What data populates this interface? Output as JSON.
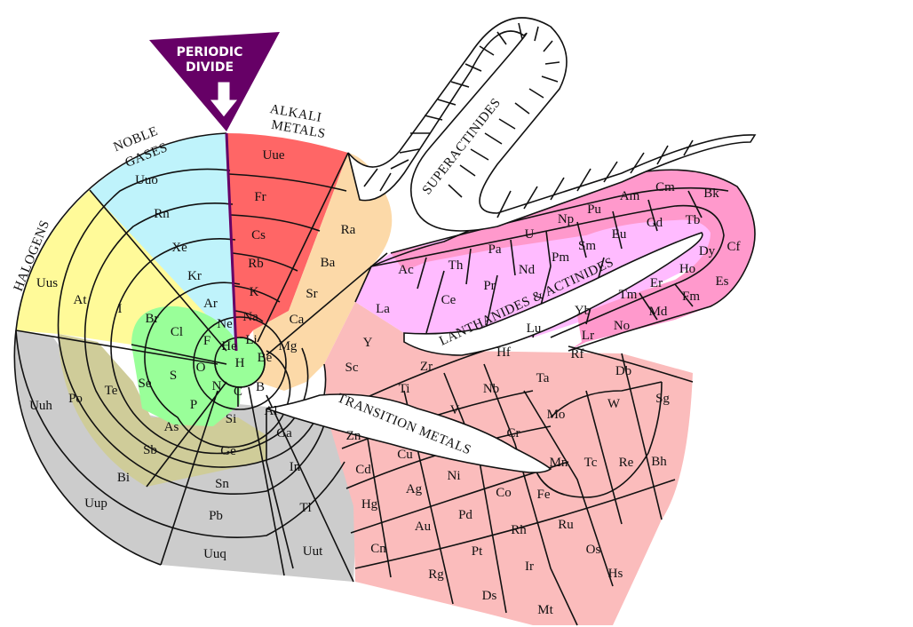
{
  "divide": {
    "line1": "PERIODIC",
    "line2": "DIVIDE"
  },
  "groups": {
    "noble": [
      "NOBLE",
      "GASES"
    ],
    "alkali": [
      "ALKALI",
      "METALS"
    ],
    "halogens": "HALOGENS",
    "superactinides": "SUPERACTINIDES",
    "lanthanides": "LANTHANIDES & ACTINIDES",
    "transition": "TRANSITION METALS"
  },
  "colors": {
    "noble": "#bff3fb",
    "alkali": "#ff6666",
    "alkaline_earth": "#fcd9a8",
    "halogen": "#fffa99",
    "nonmetal": "#99ff99",
    "metalloid_olive": "#cfcc99",
    "poor_metal": "#cccccc",
    "transition": "#fbbcbc",
    "lanthanide": "#ffbbff",
    "actinide": "#ff99cc",
    "divide": "#660066"
  },
  "elements": {
    "H": "H",
    "He": "He",
    "Li": "Li",
    "Be": "Be",
    "B": "B",
    "C": "C",
    "N": "N",
    "O": "O",
    "F": "F",
    "Ne": "Ne",
    "Na": "Na",
    "Mg": "Mg",
    "Al": "Al",
    "Si": "Si",
    "P": "P",
    "S": "S",
    "Cl": "Cl",
    "Ar": "Ar",
    "K": "K",
    "Ca": "Ca",
    "Ga": "Ga",
    "Ge": "Ge",
    "As": "As",
    "Se": "Se",
    "Br": "Br",
    "Kr": "Kr",
    "Rb": "Rb",
    "Sr": "Sr",
    "In": "In",
    "Sn": "Sn",
    "Sb": "Sb",
    "Te": "Te",
    "I": "I",
    "Xe": "Xe",
    "Cs": "Cs",
    "Ba": "Ba",
    "Tl": "Tl",
    "Pb": "Pb",
    "Bi": "Bi",
    "Po": "Po",
    "At": "At",
    "Rn": "Rn",
    "Fr": "Fr",
    "Ra": "Ra",
    "Uut": "Uut",
    "Uuq": "Uuq",
    "Uup": "Uup",
    "Uuh": "Uuh",
    "Uus": "Uus",
    "Uuo": "Uuo",
    "Uue": "Uue",
    "Sc": "Sc",
    "Ti": "Ti",
    "V": "V",
    "Cr": "Cr",
    "Mn": "Mn",
    "Fe": "Fe",
    "Co": "Co",
    "Ni": "Ni",
    "Cu": "Cu",
    "Zn": "Zn",
    "Y": "Y",
    "Zr": "Zr",
    "Nb": "Nb",
    "Mo": "Mo",
    "Tc": "Tc",
    "Ru": "Ru",
    "Rh": "Rh",
    "Pd": "Pd",
    "Ag": "Ag",
    "Cd": "Cd",
    "Hf": "Hf",
    "Ta": "Ta",
    "W": "W",
    "Re": "Re",
    "Os": "Os",
    "Ir": "Ir",
    "Pt": "Pt",
    "Au": "Au",
    "Hg": "Hg",
    "Rf": "Rf",
    "Db": "Db",
    "Sg": "Sg",
    "Bh": "Bh",
    "Hs": "Hs",
    "Mt": "Mt",
    "Ds": "Ds",
    "Rg": "Rg",
    "Cn": "Cn",
    "La": "La",
    "Ce": "Ce",
    "Pr": "Pr",
    "Nd": "Nd",
    "Pm": "Pm",
    "Sm": "Sm",
    "Eu": "Eu",
    "Gd": "Gd",
    "Tb": "Tb",
    "Dy": "Dy",
    "Ho": "Ho",
    "Er": "Er",
    "Tm": "Tm",
    "Yb": "Yb",
    "Lu": "Lu",
    "Ac": "Ac",
    "Th": "Th",
    "Pa": "Pa",
    "U": "U",
    "Np": "Np",
    "Pu": "Pu",
    "Am": "Am",
    "Cm": "Cm",
    "Bk": "Bk",
    "Cf": "Cf",
    "Es": "Es",
    "Fm": "Fm",
    "Md": "Md",
    "No": "No",
    "Lr": "Lr"
  }
}
